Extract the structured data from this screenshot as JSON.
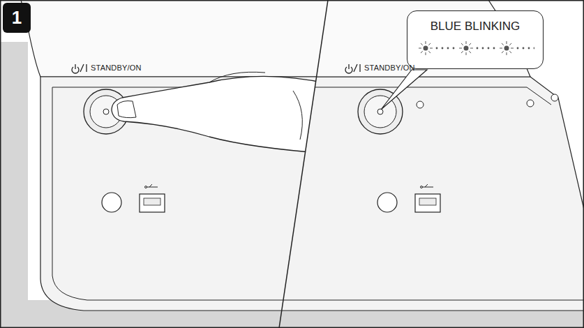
{
  "diagram": {
    "nodes": [
      {
        "text": [
          "1"
        ]
      },
      {
        "text": [
          "BLUE BLINKING"
        ]
      }
    ],
    "labels": [
      "STANDBY/ON",
      "STANDBY/ON"
    ]
  }
}
